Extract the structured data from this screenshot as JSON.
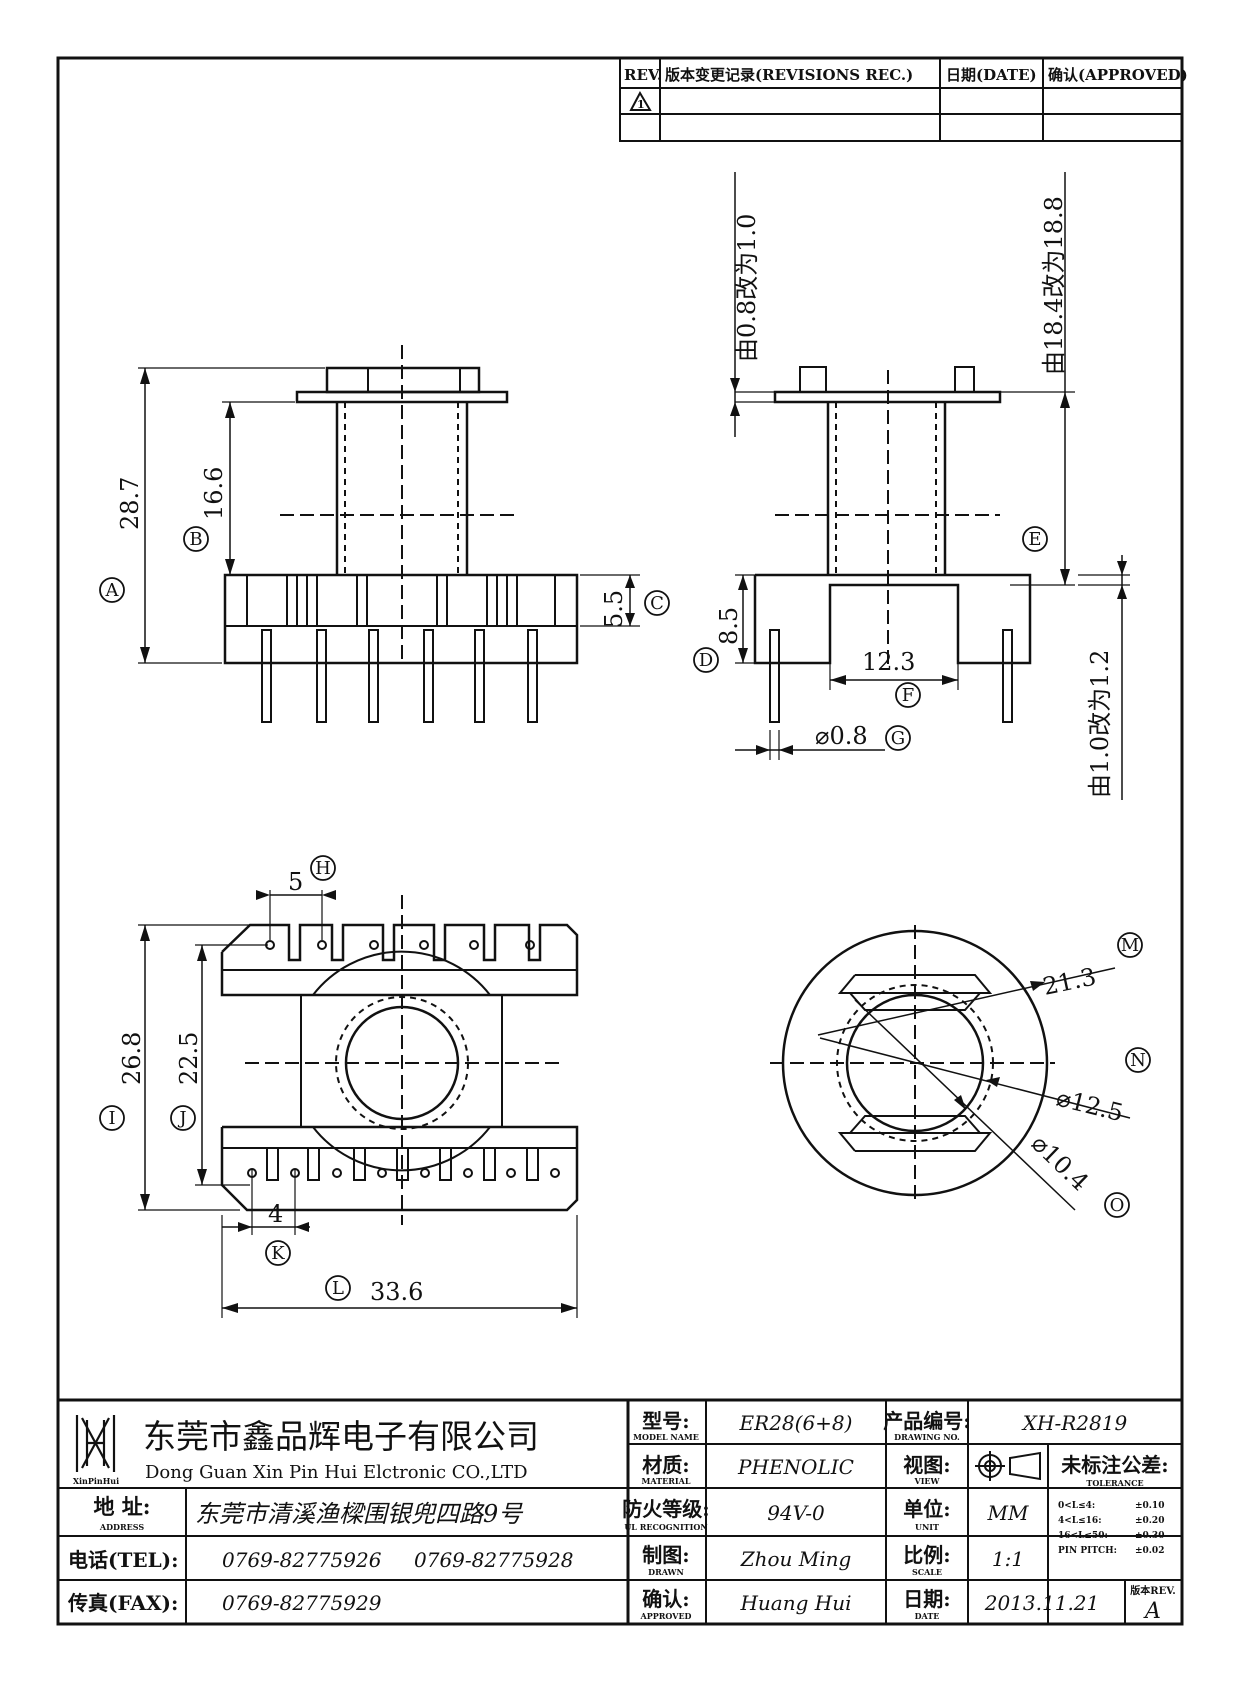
{
  "revisions": {
    "headers": {
      "rev": "REV.",
      "record": "版本变更记录(REVISIONS REC.)",
      "date": "日期(DATE)",
      "approved": "确认(APPROVED)"
    },
    "rows": [
      {
        "rev": "1",
        "record": "",
        "date": "",
        "approved": ""
      },
      {
        "rev": "",
        "record": "",
        "date": "",
        "approved": ""
      }
    ]
  },
  "notes": {
    "note1": "由0.8改为1.0",
    "note2": "由18.4改为18.8",
    "note3": "由1.0改为1.2"
  },
  "dimensions": {
    "A": "28.7",
    "B": "16.6",
    "C": "5.5",
    "D": "8.5",
    "E": "",
    "F": "12.3",
    "G": "⌀0.8",
    "H": "5",
    "I": "26.8",
    "J": "22.5",
    "K": "4",
    "L": "33.6",
    "M": "21.3",
    "N": "⌀12.5",
    "O": "⌀10.4"
  },
  "labels": {
    "A": "A",
    "B": "B",
    "C": "C",
    "D": "D",
    "E": "E",
    "F": "F",
    "G": "G",
    "H": "H",
    "I": "I",
    "J": "J",
    "K": "K",
    "L": "L",
    "M": "M",
    "N": "N",
    "O": "O"
  },
  "title_block": {
    "logo_text": "XinPinHui",
    "company_cn": "东莞市鑫品辉电子有限公司",
    "company_en": "Dong Guan Xin Pin Hui Elctronic CO.,LTD",
    "address_label_cn": "地  址:",
    "address_label_en": "ADDRESS",
    "address": "东莞市清溪渔樑围银兜四路9号",
    "tel_label": "电话(TEL):",
    "tel1": "0769-82775926",
    "tel2": "0769-82775928",
    "fax_label": "传真(FAX):",
    "fax": "0769-82775929",
    "model_label_cn": "型号:",
    "model_label_en": "MODEL NAME",
    "model": "ER28(6+8)",
    "material_label_cn": "材质:",
    "material_label_en": "MATERIAL",
    "material": "PHENOLIC",
    "ul_label_cn": "防火等级:",
    "ul_label_en": "UL RECOGNITION",
    "ul": "94V-0",
    "drawn_label_cn": "制图:",
    "drawn_label_en": "DRAWN",
    "drawn": "Zhou Ming",
    "approved_label_cn": "确认:",
    "approved_label_en": "APPROVED",
    "approved": "Huang Hui",
    "drawing_no_label_cn": "产品编号:",
    "drawing_no_label_en": "DRAWING NO.",
    "drawing_no": "XH-R2819",
    "view_label_cn": "视图:",
    "view_label_en": "VIEW",
    "unit_label_cn": "单位:",
    "unit_label_en": "UNIT",
    "unit": "MM",
    "scale_label_cn": "比例:",
    "scale_label_en": "SCALE",
    "scale": "1:1",
    "date_label_cn": "日期:",
    "date_label_en": "DATE",
    "date": "2013.11.21",
    "tolerance_title": "未标注公差:",
    "tolerance_sub": "TOLERANCE",
    "tolerances": [
      {
        "range": "0<L≤4:",
        "value": "±0.10"
      },
      {
        "range": "4<L≤16:",
        "value": "±0.20"
      },
      {
        "range": "16<L≤50:",
        "value": "±0.30"
      },
      {
        "range": "PIN PITCH:",
        "value": "±0.02"
      }
    ],
    "rev_label": "版本REV.",
    "rev_value": "A"
  }
}
